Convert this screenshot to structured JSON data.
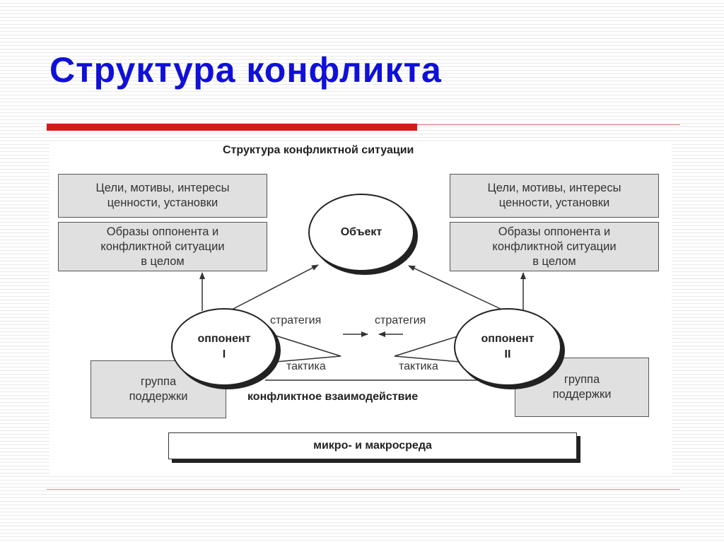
{
  "slide": {
    "title": "Структура конфликта"
  },
  "diagram": {
    "title": "Структура конфликтной ситуации",
    "left": {
      "goals": "Цели, мотивы, интересы\nценности, установки",
      "images": "Образы оппонента и\nконфликтной ситуации\nв целом",
      "opponent": "оппонент\nI",
      "support": "группа\nподдержки"
    },
    "right": {
      "goals": "Цели, мотивы, интересы\nценности, установки",
      "images": "Образы оппонента и\nконфликтной ситуации\nв целом",
      "opponent": "оппонент\nII",
      "support": "группа\nподдержки"
    },
    "object": "Объект",
    "strategy_left": "стратегия",
    "strategy_right": "стратегия",
    "tactic_left": "тактика",
    "tactic_right": "тактика",
    "interaction": "конфликтное взаимодействие",
    "environment": "микро- и макросреда"
  }
}
